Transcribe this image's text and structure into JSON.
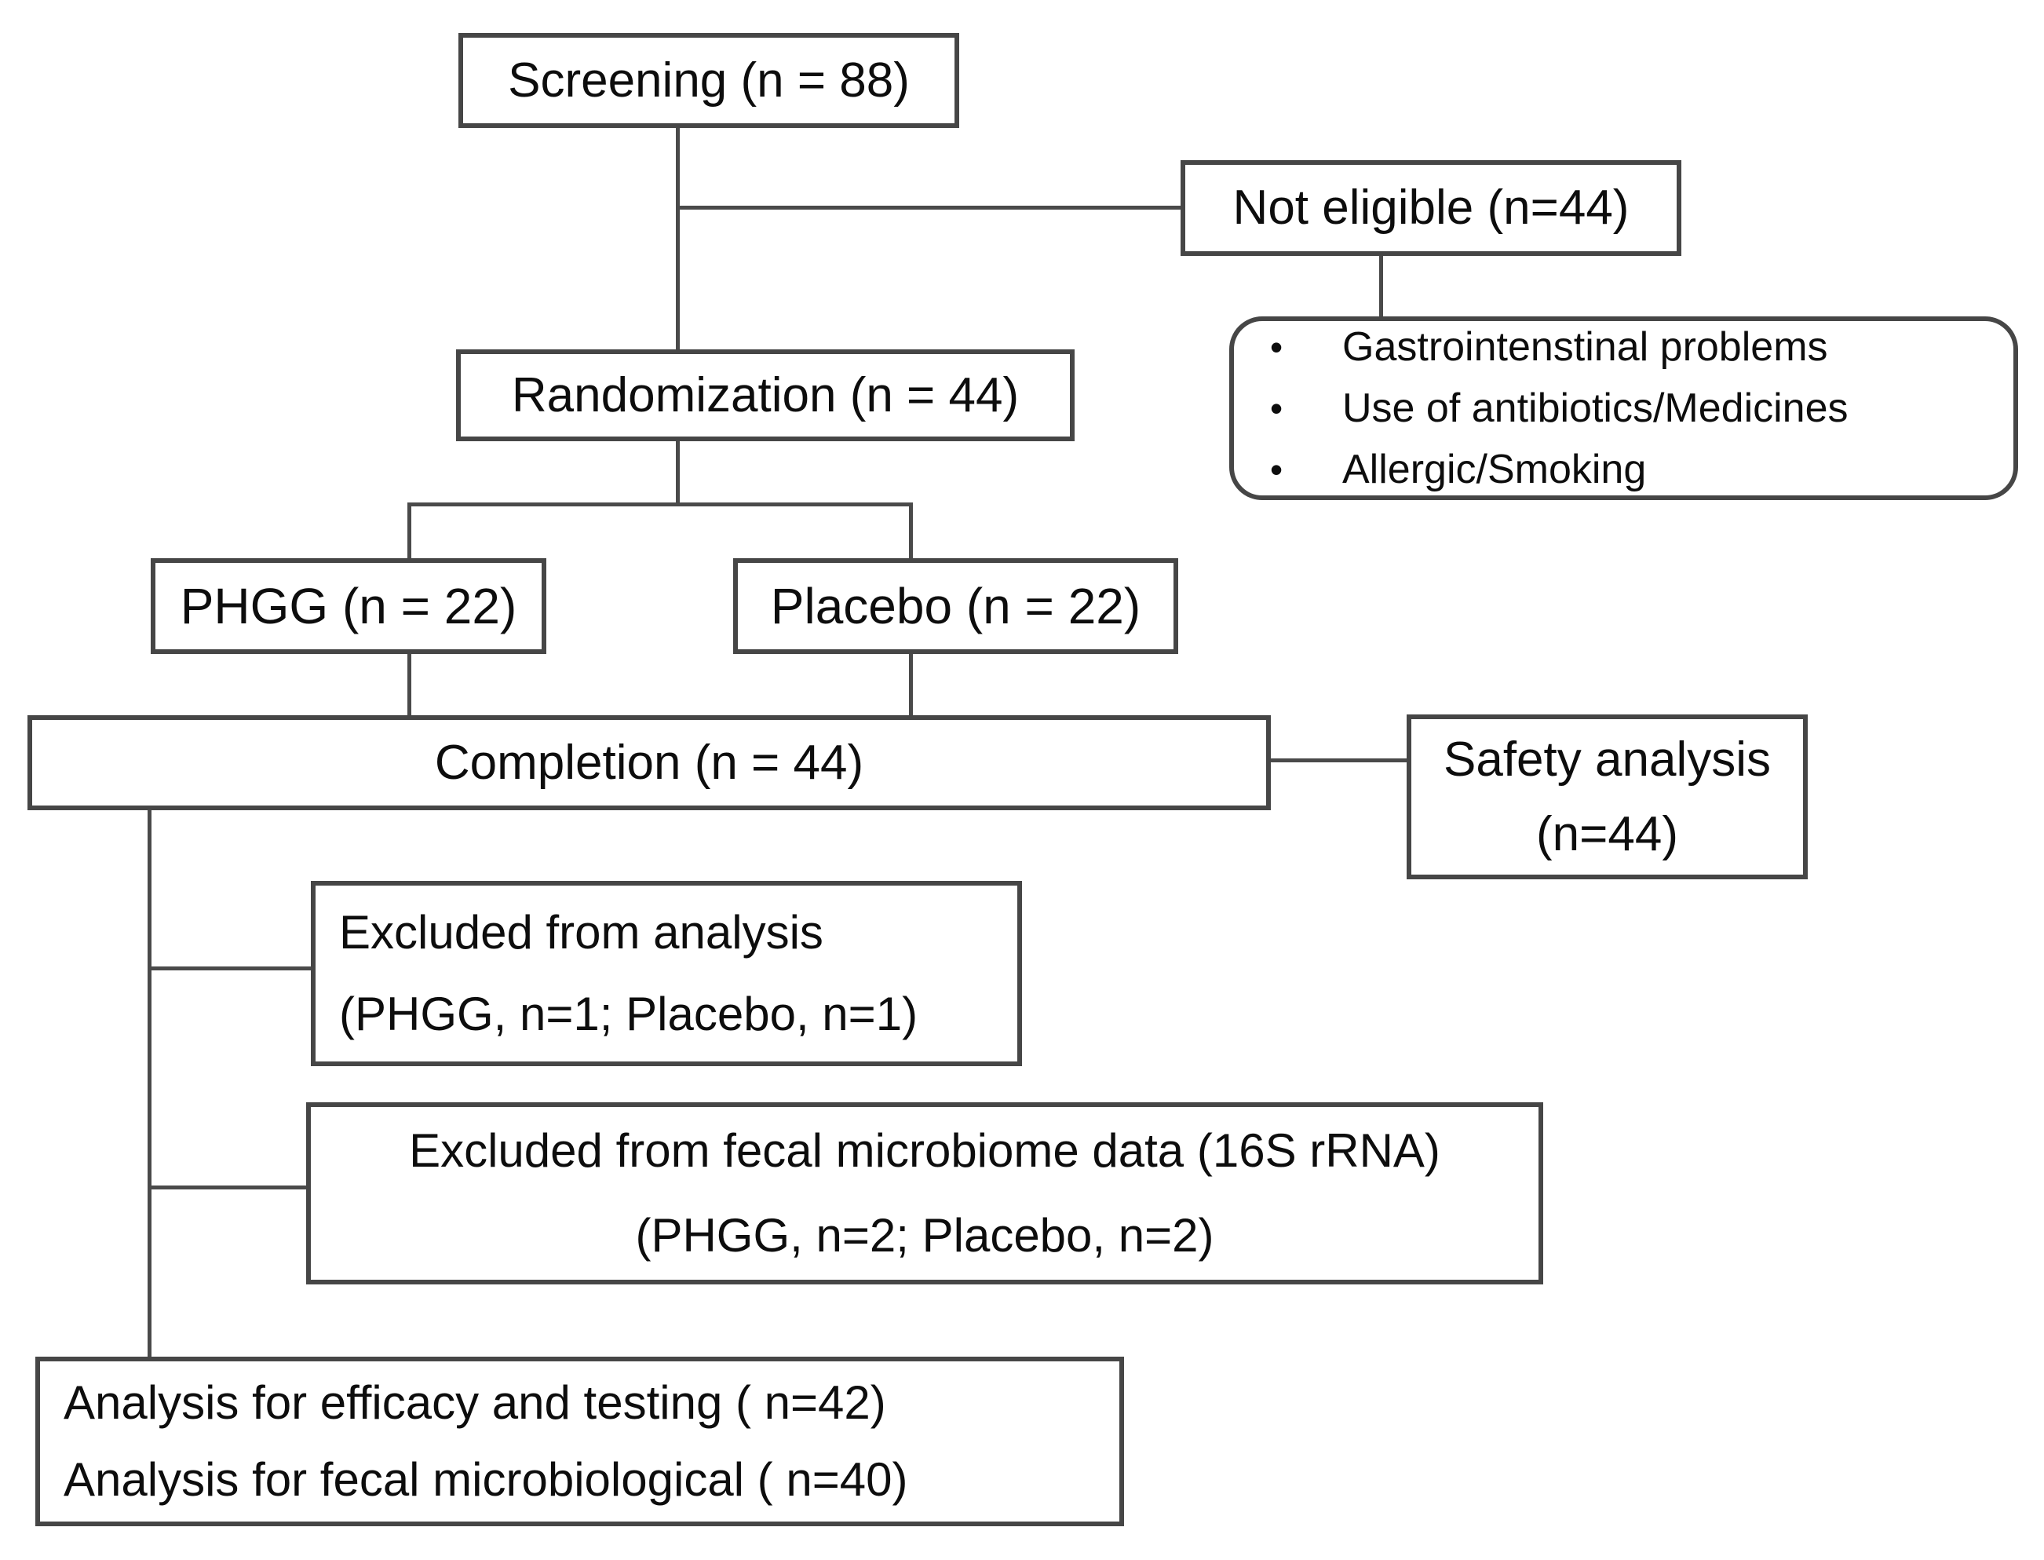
{
  "diagram": {
    "screening": {
      "label": "Screening (n = 88)"
    },
    "not_eligible": {
      "label": "Not eligible (n=44)"
    },
    "reasons": {
      "items": [
        "Gastrointenstinal problems",
        "Use of antibiotics/Medicines",
        "Allergic/Smoking"
      ]
    },
    "randomization": {
      "label": "Randomization (n = 44)"
    },
    "phgg": {
      "label": "PHGG (n = 22)"
    },
    "placebo": {
      "label": "Placebo (n = 22)"
    },
    "completion": {
      "label": "Completion (n = 44)"
    },
    "safety": {
      "line1": "Safety analysis",
      "line2": "(n=44)"
    },
    "excluded_analysis": {
      "line1": "Excluded from analysis",
      "line2": "(PHGG, n=1; Placebo, n=1)"
    },
    "excluded_fecal": {
      "line1": "Excluded from fecal microbiome data (16S rRNA)",
      "line2": "(PHGG, n=2; Placebo, n=2)"
    },
    "final_analysis": {
      "line1": "Analysis for efficacy and testing ( n=42)",
      "line2": "Analysis for fecal microbiological ( n=40)"
    }
  },
  "colors": {
    "background": "#ffffff",
    "box_border": "#464646",
    "connector": "#4a4a4a",
    "text": "#0d0d0d"
  }
}
